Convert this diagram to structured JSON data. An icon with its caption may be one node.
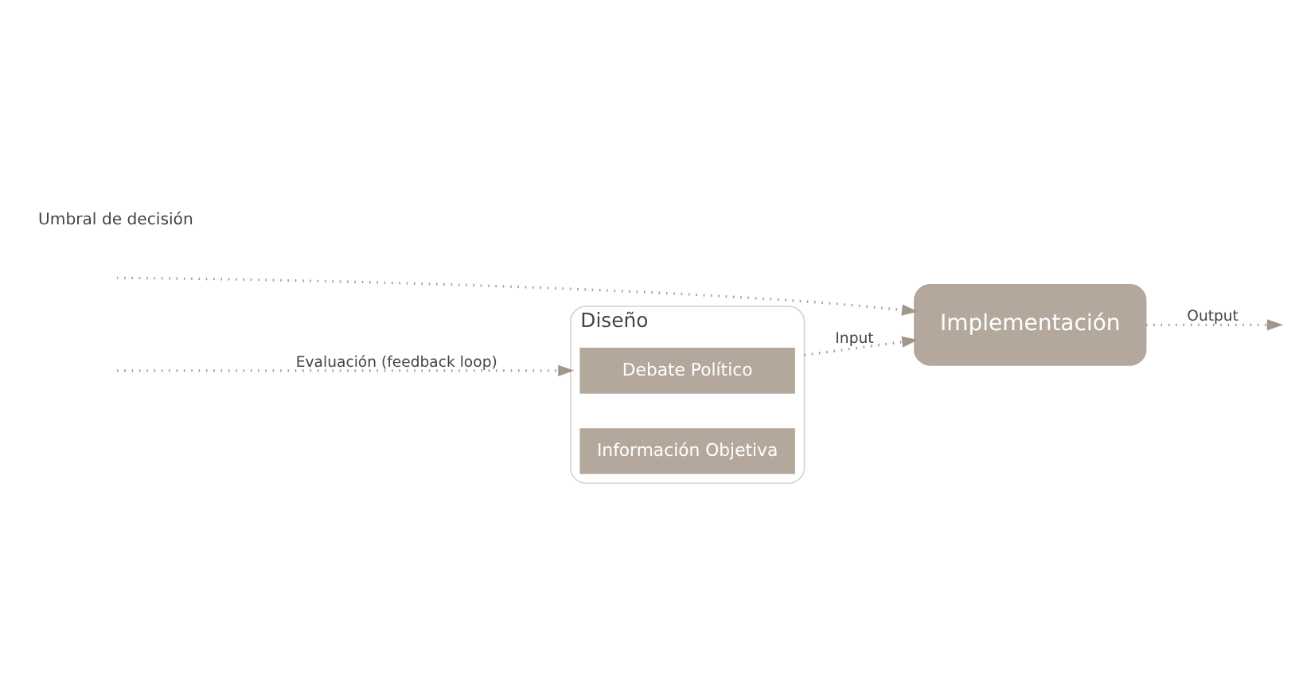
{
  "diagram": {
    "nodes": [
      {
        "text": [
          "Diseño"
        ]
      },
      {
        "text": [
          "Debate Político"
        ],
        "in": 0
      },
      {
        "text": [
          "Información Objetiva"
        ],
        "in": 0
      },
      {
        "text": [
          "Implementación"
        ]
      }
    ],
    "edges": [
      {
        "from": 0,
        "to": 3,
        "arrow": "to",
        "style": "dashed",
        "label": "Input"
      },
      {
        "from": null,
        "to": 0,
        "arrow": "to",
        "style": "dashed",
        "label": "Evaluación (feedback loop)"
      },
      {
        "from": null,
        "to": 3,
        "arrow": "to",
        "style": "dashed"
      },
      {
        "from": 3,
        "to": null,
        "arrow": "to",
        "style": "dashed",
        "label": "Output"
      }
    ],
    "labels": [
      "Umbral de decisión"
    ]
  }
}
